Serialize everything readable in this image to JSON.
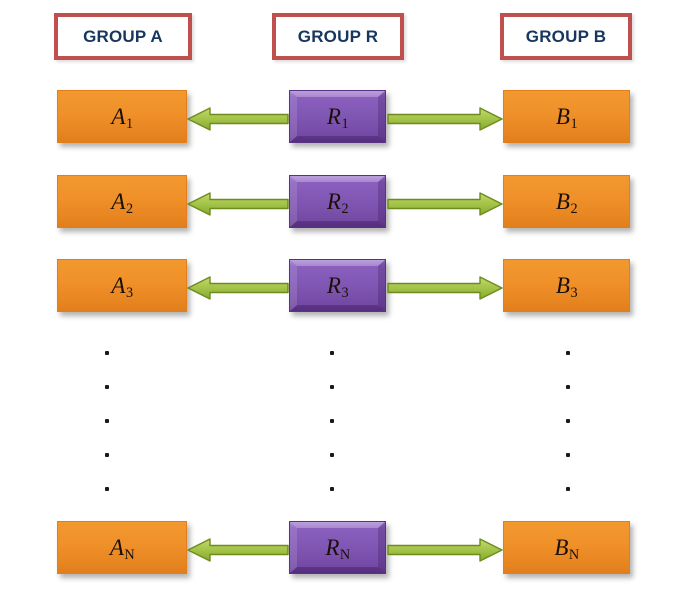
{
  "diagram": {
    "title": "Group A / Group R / Group B correspondence diagram",
    "columns": [
      {
        "id": "A",
        "header": "GROUP A"
      },
      {
        "id": "R",
        "header": "GROUP R"
      },
      {
        "id": "B",
        "header": "GROUP B"
      }
    ],
    "colors": {
      "header_border": "#C0504D",
      "header_text": "#17375E",
      "header_fill": "#FFFFFF",
      "node_a_b_fill": "#F0912A",
      "node_r_fill": "#7F55B2",
      "arrow_fill": "#A5C249",
      "arrow_stroke": "#6E8B1E",
      "node_text": "#1a1008",
      "background": "#FFFFFF",
      "dot": "#1a1a1a"
    },
    "rows": [
      {
        "index": "1",
        "left": {
          "base": "A",
          "sub": "1",
          "text": "A1"
        },
        "middle": {
          "base": "R",
          "sub": "1",
          "text": "R1"
        },
        "right": {
          "base": "B",
          "sub": "1",
          "text": "B1"
        },
        "left_arrow": "arrow-left-r1-to-a1",
        "right_arrow": "arrow-right-r1-to-b1"
      },
      {
        "index": "2",
        "left": {
          "base": "A",
          "sub": "2",
          "text": "A2"
        },
        "middle": {
          "base": "R",
          "sub": "2",
          "text": "R2"
        },
        "right": {
          "base": "B",
          "sub": "2",
          "text": "B2"
        },
        "left_arrow": "arrow-left-r2-to-a2",
        "right_arrow": "arrow-right-r2-to-b2"
      },
      {
        "index": "3",
        "left": {
          "base": "A",
          "sub": "3",
          "text": "A3"
        },
        "middle": {
          "base": "R",
          "sub": "3",
          "text": "R3"
        },
        "right": {
          "base": "B",
          "sub": "3",
          "text": "B3"
        },
        "left_arrow": "arrow-left-r3-to-a3",
        "right_arrow": "arrow-right-r3-to-b3"
      },
      {
        "index": "N",
        "left": {
          "base": "A",
          "sub": "N",
          "text": "AN"
        },
        "middle": {
          "base": "R",
          "sub": "N",
          "text": "RN"
        },
        "right": {
          "base": "B",
          "sub": "N",
          "text": "BN"
        },
        "left_arrow": "arrow-left-rn-to-an",
        "right_arrow": "arrow-right-rn-to-bn"
      }
    ],
    "ellipsis": {
      "dots_per_column": 5,
      "columns": [
        "A",
        "R",
        "B"
      ]
    }
  }
}
